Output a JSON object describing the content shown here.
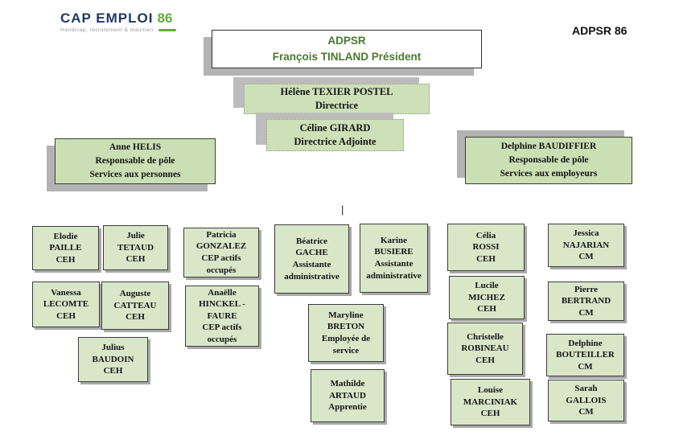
{
  "logo": {
    "brand": "CAP EMPLOI",
    "number": "86",
    "tagline": "Handicap, recrutement & maintien"
  },
  "header": {
    "corner_label": "ADPSR 86"
  },
  "president": {
    "lines": [
      "ADPSR",
      "François TINLAND Président"
    ]
  },
  "directors": [
    {
      "name": "Hélène TEXIER POSTEL",
      "role": "Directrice",
      "lines": [
        "Hélène TEXIER POSTEL",
        "Directrice"
      ]
    },
    {
      "name": "Céline GIRARD",
      "role": "Directrice Adjointe",
      "lines": [
        "Céline GIRARD",
        "Directrice Adjointe"
      ]
    }
  ],
  "poles": [
    {
      "name": "Anne HELIS",
      "lines": [
        "Anne HELIS",
        "Responsable de pôle",
        "Services aux personnes"
      ]
    },
    {
      "name": "Delphine BAUDIFFIER",
      "lines": [
        "Delphine BAUDIFFIER",
        "Responsable de pôle",
        "Services aux employeurs"
      ]
    }
  ],
  "staff": [
    {
      "lines": [
        "Elodie",
        "PAILLE",
        "CEH"
      ]
    },
    {
      "lines": [
        "Julie",
        "TETAUD",
        "CEH"
      ]
    },
    {
      "lines": [
        "Patricia",
        "GONZALEZ",
        "CEP actifs",
        "occupés"
      ]
    },
    {
      "lines": [
        "Béatrice",
        "GACHE",
        "Assistante",
        "administrative"
      ]
    },
    {
      "lines": [
        "Karine",
        "BUSIERE",
        "Assistante",
        "administrative"
      ]
    },
    {
      "lines": [
        "Célia",
        "ROSSI",
        "CEH"
      ]
    },
    {
      "lines": [
        "Jessica",
        "NAJARIAN",
        "CM"
      ]
    },
    {
      "lines": [
        "Vanessa",
        "LECOMTE",
        "CEH"
      ]
    },
    {
      "lines": [
        "Auguste",
        "CATTEAU",
        "CEH"
      ]
    },
    {
      "lines": [
        "Anaëlle",
        "HINCKEL -",
        "FAURE",
        "CEP actifs",
        "occupés"
      ]
    },
    {
      "lines": [
        "Lucile",
        "MICHEZ",
        "CEH"
      ]
    },
    {
      "lines": [
        "Pierre",
        "BERTRAND",
        "CM"
      ]
    },
    {
      "lines": [
        "Julius",
        "BAUDOIN",
        "CEH"
      ]
    },
    {
      "lines": [
        "Maryline",
        "BRETON",
        "Employée de",
        "service"
      ]
    },
    {
      "lines": [
        "Christelle",
        "ROBINEAU",
        "CEH"
      ]
    },
    {
      "lines": [
        "Delphine",
        "BOUTEILLER",
        "CM"
      ]
    },
    {
      "lines": [
        "Mathilde",
        "ARTAUD",
        "Apprentie"
      ]
    },
    {
      "lines": [
        "Louise",
        "MARCINIAK",
        "CEH"
      ]
    },
    {
      "lines": [
        "Sarah",
        "GALLOIS",
        "CM"
      ]
    }
  ],
  "connector": {
    "glyph": "|"
  },
  "colors": {
    "staff_green": "#d9e7c8",
    "director_green": "#cde0b8",
    "shadow_gray": "#b3b3b3",
    "title_green": "#4a7a2e",
    "logo_navy": "#20395e",
    "logo_green": "#5fae3a"
  }
}
